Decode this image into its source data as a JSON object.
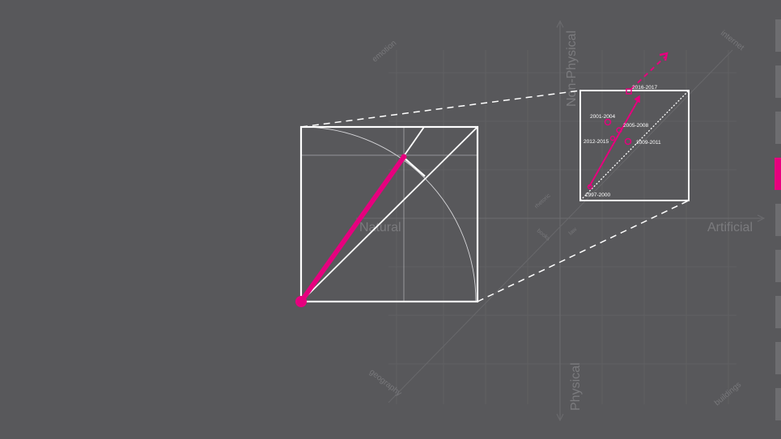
{
  "axes": {
    "top": "Non-Physical",
    "bottom": "Physical",
    "left": "Natural",
    "right": "Artificial"
  },
  "corners": {
    "top_left": "emotion",
    "top_right": "internet",
    "bottom_left": "geography",
    "bottom_right": "buildings"
  },
  "inner_words": [
    "rhetoric",
    "books",
    "law"
  ],
  "periods": [
    {
      "label": "1997-2000"
    },
    {
      "label": "2001-2004"
    },
    {
      "label": "2005-2008"
    },
    {
      "label": "2009-2011"
    },
    {
      "label": "2012-2015"
    },
    {
      "label": "2016-2017"
    }
  ],
  "colors": {
    "background": "#58585b",
    "accent": "#e6007e",
    "line": "#ffffff",
    "faint": "#77777a"
  },
  "side_nav": {
    "count": 9,
    "active_index": 3
  }
}
